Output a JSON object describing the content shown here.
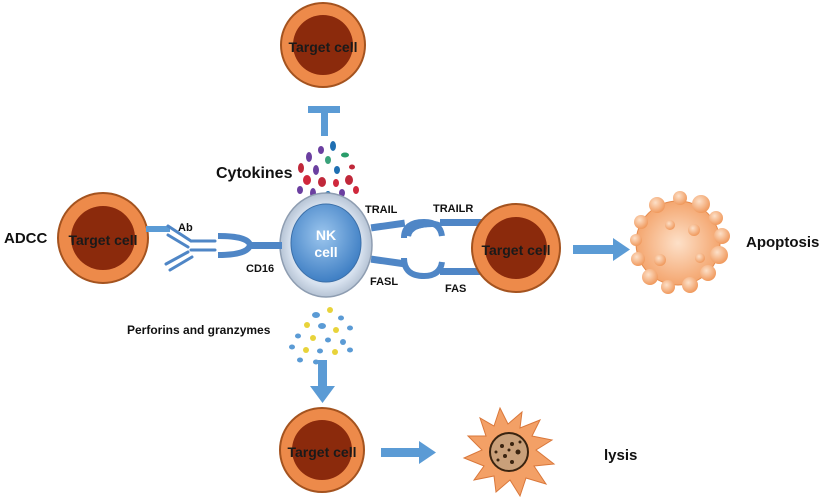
{
  "colors": {
    "cell_outer": "#ed8a4a",
    "cell_outer_stroke": "#9a4a1a",
    "cell_nucleus": "#8b2a0c",
    "nk_cell": "#5b9bd5",
    "receptor": "#4f86c6",
    "apoptosis_body": "#f6b07e"
  },
  "cells": {
    "top": "Target cell",
    "left": "Target cell",
    "right": "Target cell",
    "bottom": "Target cell"
  },
  "nk_cell": {
    "line1": "NK",
    "line2": "cell"
  },
  "labels": {
    "cytokines": "Cytokines",
    "adcc": "ADCC",
    "ab": "Ab",
    "cd16": "CD16",
    "trail": "TRAIL",
    "trailr": "TRAILR",
    "fasl": "FASL",
    "fas": "FAS",
    "perforins": "Perforins and granzymes",
    "apoptosis": "Apoptosis",
    "lysis": "lysis"
  }
}
